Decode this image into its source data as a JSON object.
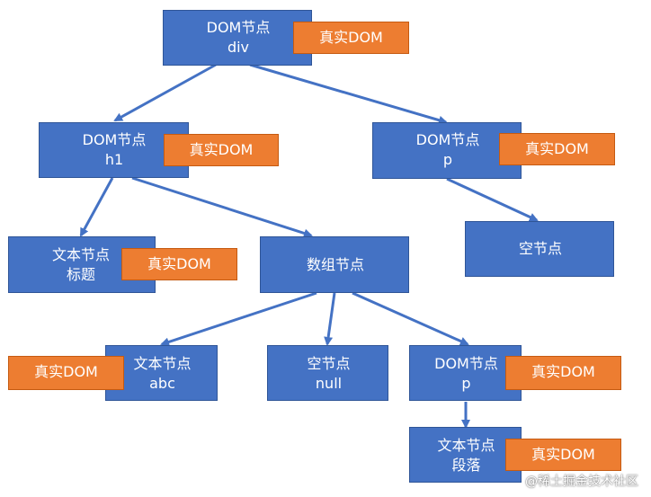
{
  "nodes": {
    "div": {
      "line1": "DOM节点",
      "line2": "div",
      "tag": "真实DOM"
    },
    "h1": {
      "line1": "DOM节点",
      "line2": "h1",
      "tag": "真实DOM"
    },
    "p_top": {
      "line1": "DOM节点",
      "line2": "p",
      "tag": "真实DOM"
    },
    "title_text": {
      "line1": "文本节点",
      "line2": "标题",
      "tag": "真实DOM"
    },
    "array": {
      "line1": "数组节点"
    },
    "empty_right": {
      "line1": "空节点"
    },
    "abc_text": {
      "line1": "文本节点",
      "line2": "abc",
      "tag": "真实DOM"
    },
    "null_empty": {
      "line1": "空节点",
      "line2": "null"
    },
    "p_bottom": {
      "line1": "DOM节点",
      "line2": "p",
      "tag": "真实DOM"
    },
    "paragraph_text": {
      "line1": "文本节点",
      "line2": "段落",
      "tag": "真实DOM"
    }
  },
  "watermark": "@稀土掘金技术社区",
  "colors": {
    "node_fill": "#4472c4",
    "tag_fill": "#ed7d31",
    "edge": "#4472c4"
  }
}
